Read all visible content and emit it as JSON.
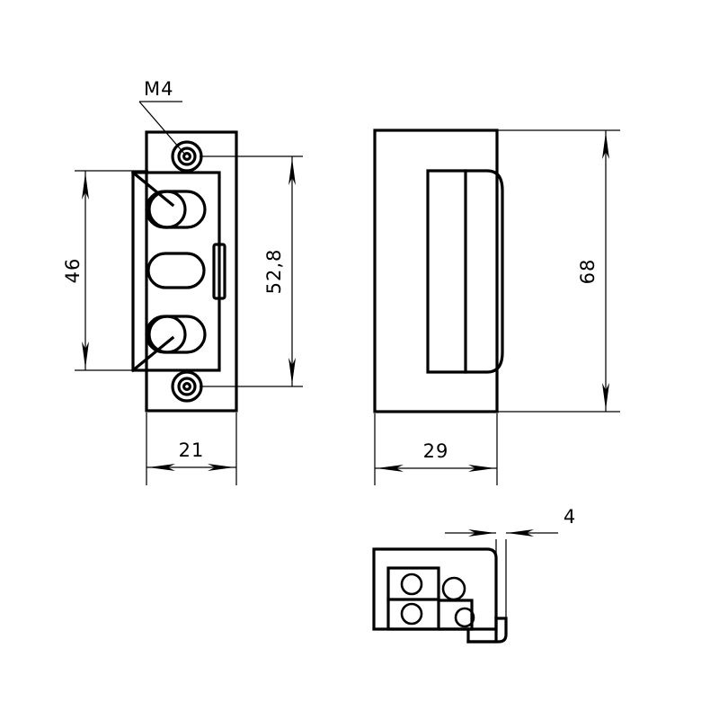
{
  "drawing": {
    "title": "Electric strike technical drawing",
    "background_color": "#ffffff",
    "line_color": "#000000",
    "units": "mm",
    "annotations": {
      "thread_callout": "M4",
      "dim_height_inner": "46",
      "dim_height_outer": "52,8",
      "dim_width_left_view": "21",
      "dim_height_front_view": "68",
      "dim_width_front_view": "29",
      "dim_depth_detail_view": "4"
    },
    "views": [
      {
        "name": "side-view",
        "label_set": [
          "M4",
          "46",
          "52,8",
          "21"
        ],
        "features": [
          "mounting-plate",
          "body",
          "upper-slot",
          "middle-slot",
          "lower-slot",
          "side-tab",
          "upper-screw-hole",
          "lower-screw-hole"
        ]
      },
      {
        "name": "front-view",
        "label_set": [
          "68",
          "29"
        ],
        "features": [
          "faceplate",
          "keeper-recess",
          "keeper-divider-line"
        ]
      },
      {
        "name": "detail-view",
        "label_set": [
          "4"
        ],
        "features": [
          "housing",
          "terminal-block",
          "hole-upper-left",
          "hole-lower-left",
          "hole-upper-right",
          "hole-lower-right",
          "mounting-tab"
        ]
      }
    ]
  }
}
